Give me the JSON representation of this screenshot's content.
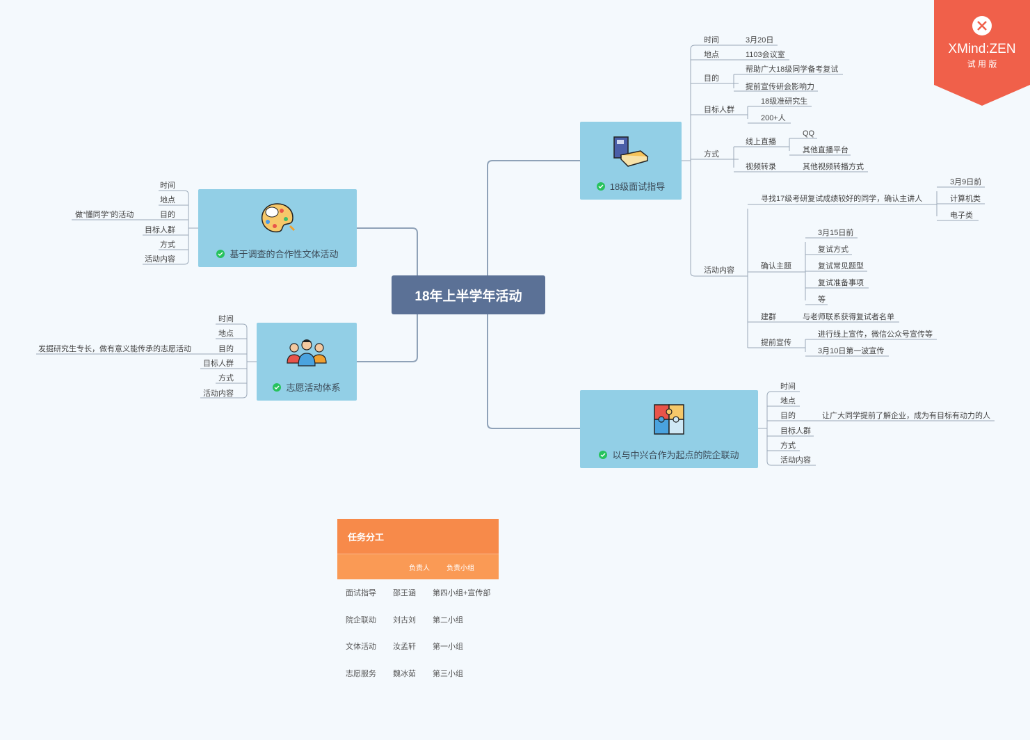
{
  "central": "18年上半学年活动",
  "topics": {
    "interview": "18级面试指导",
    "culture": "基于调查的合作性文体活动",
    "volunteer": "志愿活动体系",
    "enterprise": "以与中兴合作为起点的院企联动"
  },
  "interview_branch": {
    "time": "时间",
    "time_val": "3月20日",
    "place": "地点",
    "place_val": "1103会议室",
    "purpose": "目的",
    "purpose_1": "帮助广大18级同学备考复试",
    "purpose_2": "提前宣传研会影响力",
    "target": "目标人群",
    "target_1": "18级准研究生",
    "target_2": "200+人",
    "method": "方式",
    "method_live": "线上直播",
    "live_qq": "QQ",
    "live_other": "其他直播平台",
    "method_video": "视频转录",
    "video_other": "其他视频转播方式",
    "content": "活动内容",
    "find": "寻找17级考研复试成绩较好的同学，确认主讲人",
    "find_1": "3月9日前",
    "find_2": "计算机类",
    "find_3": "电子类",
    "topic": "确认主题",
    "topic_1": "3月15日前",
    "topic_2": "复试方式",
    "topic_3": "复试常见题型",
    "topic_4": "复试准备事项",
    "topic_5": "等",
    "group": "建群",
    "group_1": "与老师联系获得复试者名单",
    "promo": "提前宣传",
    "promo_1": "进行线上宣传，微信公众号宣传等",
    "promo_2": "3月10日第一波宣传"
  },
  "culture_branch": {
    "time": "时间",
    "place": "地点",
    "purpose": "目的",
    "purpose_val": "做“懂同学”的活动",
    "target": "目标人群",
    "method": "方式",
    "content": "活动内容"
  },
  "volunteer_branch": {
    "time": "时间",
    "place": "地点",
    "purpose": "目的",
    "purpose_val": "发掘研究生专长，做有意义能传承的志愿活动",
    "target": "目标人群",
    "method": "方式",
    "content": "活动内容"
  },
  "enterprise_branch": {
    "time": "时间",
    "place": "地点",
    "purpose": "目的",
    "purpose_val": "让广大同学提前了解企业，成为有目标有动力的人",
    "target": "目标人群",
    "method": "方式",
    "content": "活动内容"
  },
  "watermark": {
    "brand": "XMind:ZEN",
    "edition": "试 用 版"
  },
  "task_table": {
    "title": "任务分工",
    "headers": [
      "",
      "负责人",
      "负责小组"
    ],
    "rows": [
      [
        "面试指导",
        "邵王涵",
        "第四小组+宣传部"
      ],
      [
        "院企联动",
        "刘古刘",
        "第二小组"
      ],
      [
        "文体活动",
        "汝孟轩",
        "第一小组"
      ],
      [
        "志愿服务",
        "魏冰茹",
        "第三小组"
      ]
    ]
  },
  "colors": {
    "topic_bg": "#92cfe6",
    "central_bg": "#5b7196",
    "table_header": "#f78a4a",
    "watermark": "#f0604a",
    "check": "#27c25d"
  }
}
